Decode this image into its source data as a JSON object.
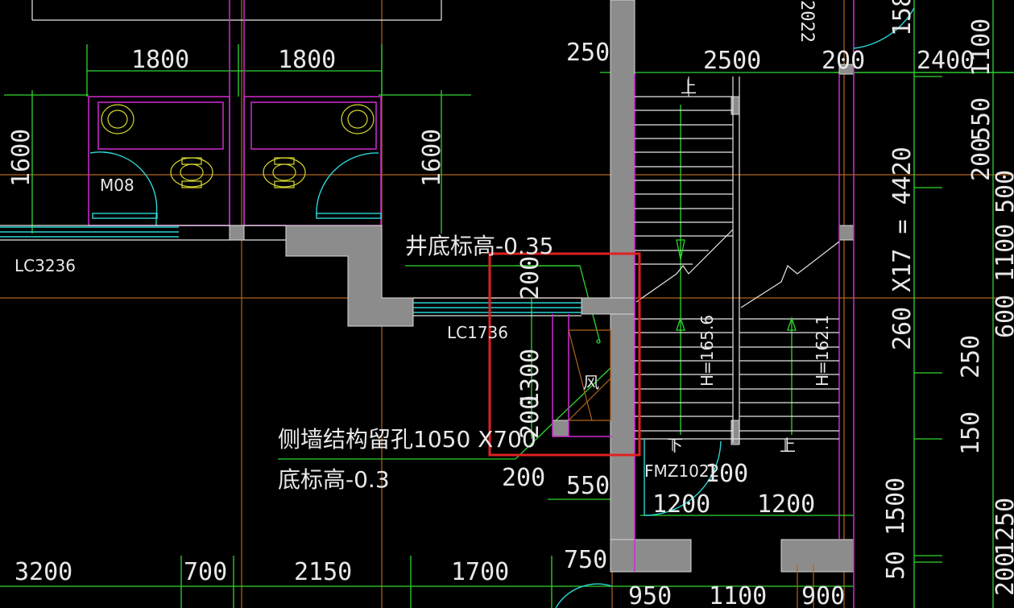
{
  "dimensions_top": {
    "d1": "1800",
    "d2": "1800",
    "d3": "250",
    "d4": "2500",
    "d5": "200",
    "d6": "2400"
  },
  "dimensions_left": {
    "v1": "1600",
    "v2": "1600"
  },
  "dimensions_right_column": [
    "1100",
    "550",
    "200",
    "500",
    "1100",
    "600",
    "250",
    "150",
    "1250",
    "200"
  ],
  "dimensions_right_inner": [
    "158",
    "260 X17 = 4420",
    "1500",
    "50"
  ],
  "dimensions_bottom": [
    "3200",
    "700",
    "2150",
    "1700",
    "750",
    "950",
    "1100",
    "900"
  ],
  "dimensions_misc": {
    "shaft_200_top": "200",
    "shaft_1300": "1300",
    "shaft_200_bottom": "200",
    "dim_200_lower": "200",
    "dim_550": "550",
    "dim_1200a": "1200",
    "dim_1200b": "1200",
    "dim_100": "100",
    "top_partial": "2022"
  },
  "labels": {
    "door_m08": "M08",
    "window_lc3236": "LC3236",
    "window_lc1736": "LC1736",
    "fire_door": "FMZ1022",
    "wind_mark": "风",
    "stair_up_1": "上",
    "stair_up_2": "上",
    "stair_down": "下",
    "h_left": "H=165.6",
    "h_right": "H=162.1"
  },
  "annotations": {
    "shaft_bottom_elevation": "井底标高-0.35",
    "side_wall_opening": "侧墙结构留孔1050 X700",
    "opening_bottom_elevation": "底标高-0.3"
  },
  "highlight": {
    "color": "#e02020",
    "meaning": "highlighted shaft region"
  },
  "colors": {
    "background": "#000000",
    "dimension_lines": "#2fd62f",
    "axis_lines": "#b0651f",
    "walls_outline": "#d02ad0",
    "wall_fill": "#8c8c8c",
    "windows": "#2ad6d6"
  }
}
